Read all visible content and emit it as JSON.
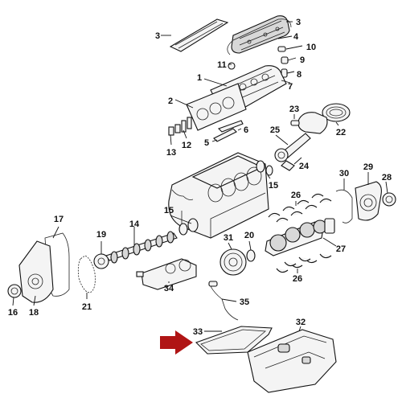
{
  "callouts": [
    {
      "id": "c1",
      "text": "1"
    },
    {
      "id": "c2",
      "text": "2"
    },
    {
      "id": "c3a",
      "text": "3"
    },
    {
      "id": "c3b",
      "text": "3"
    },
    {
      "id": "c4",
      "text": "4"
    },
    {
      "id": "c5",
      "text": "5"
    },
    {
      "id": "c6",
      "text": "6"
    },
    {
      "id": "c7",
      "text": "7"
    },
    {
      "id": "c8",
      "text": "8"
    },
    {
      "id": "c9",
      "text": "9"
    },
    {
      "id": "c10",
      "text": "10"
    },
    {
      "id": "c11",
      "text": "11"
    },
    {
      "id": "c12",
      "text": "12"
    },
    {
      "id": "c13",
      "text": "13"
    },
    {
      "id": "c14",
      "text": "14"
    },
    {
      "id": "c15a",
      "text": "15"
    },
    {
      "id": "c15b",
      "text": "15"
    },
    {
      "id": "c16",
      "text": "16"
    },
    {
      "id": "c17",
      "text": "17"
    },
    {
      "id": "c18",
      "text": "18"
    },
    {
      "id": "c19",
      "text": "19"
    },
    {
      "id": "c20",
      "text": "20"
    },
    {
      "id": "c21",
      "text": "21"
    },
    {
      "id": "c22",
      "text": "22"
    },
    {
      "id": "c23",
      "text": "23"
    },
    {
      "id": "c24",
      "text": "24"
    },
    {
      "id": "c25",
      "text": "25"
    },
    {
      "id": "c26a",
      "text": "26"
    },
    {
      "id": "c26b",
      "text": "26"
    },
    {
      "id": "c27",
      "text": "27"
    },
    {
      "id": "c28",
      "text": "28"
    },
    {
      "id": "c29",
      "text": "29"
    },
    {
      "id": "c30",
      "text": "30"
    },
    {
      "id": "c31",
      "text": "31"
    },
    {
      "id": "c32",
      "text": "32"
    },
    {
      "id": "c33",
      "text": "33"
    },
    {
      "id": "c34",
      "text": "34"
    },
    {
      "id": "c35",
      "text": "35"
    }
  ],
  "highlight": {
    "arrow_color": "#b01515",
    "points_to_callout": "33"
  },
  "colors": {
    "line": "#111111",
    "fill": "#f4f4f4",
    "shade": "#d8d8d8"
  }
}
